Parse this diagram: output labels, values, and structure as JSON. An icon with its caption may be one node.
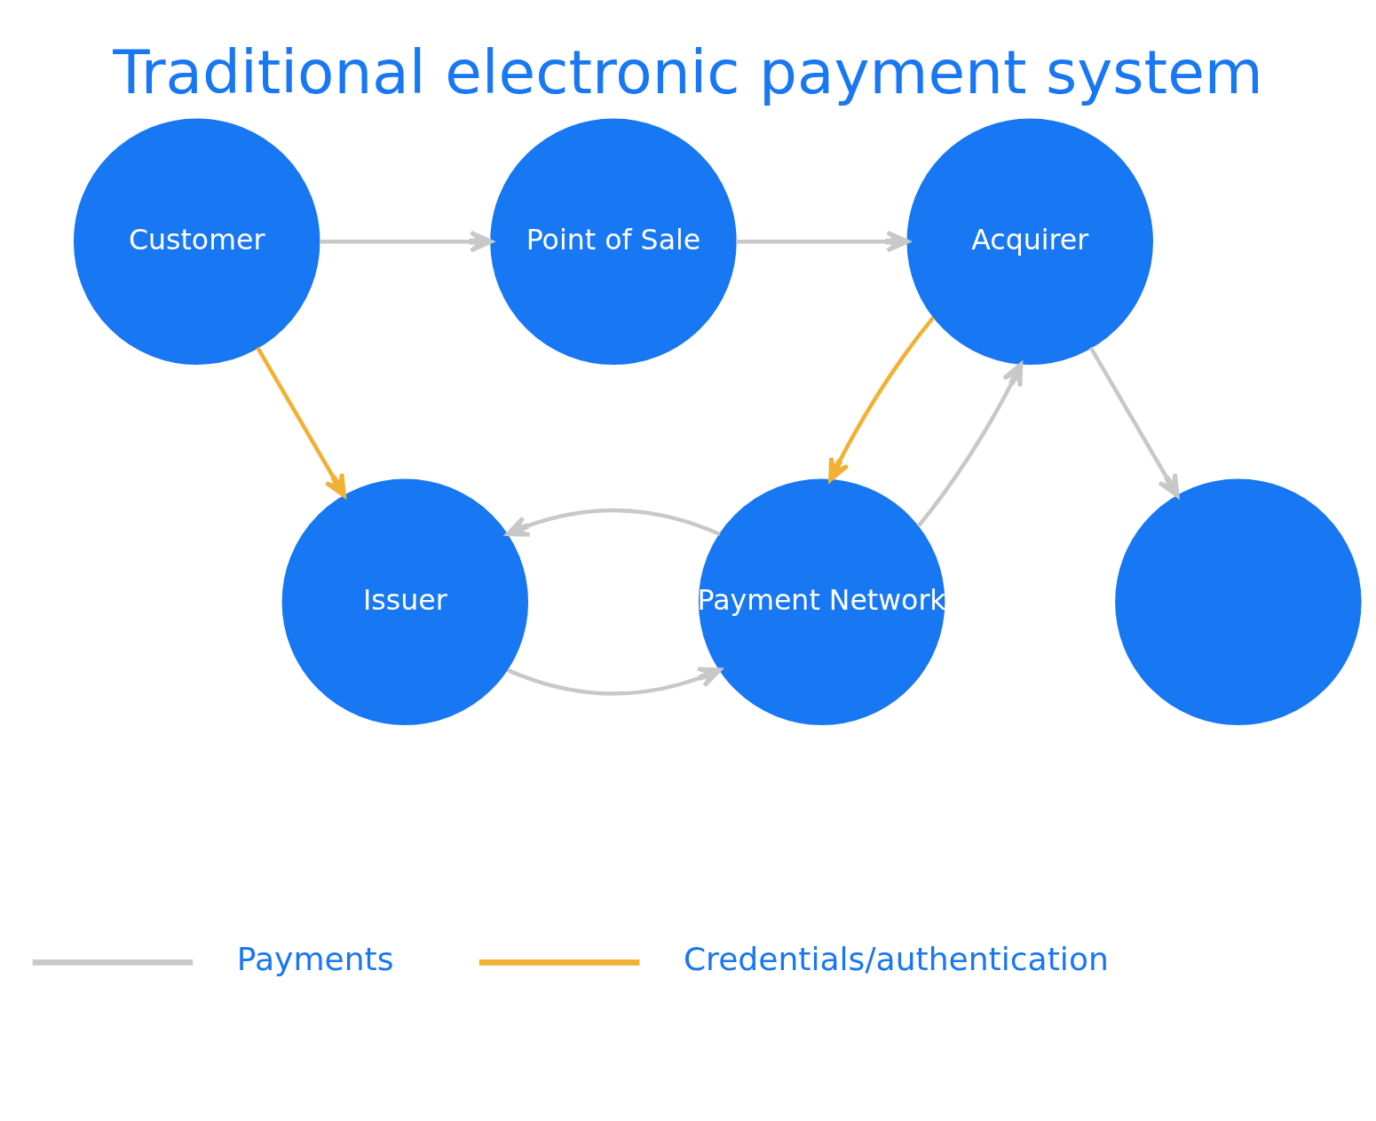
{
  "diagram": {
    "title": "Traditional electronic payment system",
    "nodes": [
      {
        "text": [
          "Customer"
        ]
      },
      {
        "text": [
          "Point of Sale"
        ]
      },
      {
        "text": [
          "Acquirer"
        ]
      },
      {
        "text": [],
        "shape": "circle"
      },
      {
        "text": [
          "Issuer"
        ]
      },
      {
        "text": [
          "Payment Network"
        ]
      }
    ],
    "edges": [
      {
        "from": 0,
        "to": 1,
        "arrow": "to"
      },
      {
        "from": 1,
        "to": 2,
        "arrow": "to"
      },
      {
        "from": 2,
        "to": 3,
        "arrow": "to"
      },
      {
        "from": 0,
        "to": 4,
        "arrow": "to",
        "color": "#f0b134"
      },
      {
        "from": 2,
        "to": 5,
        "arrow": "to",
        "color": "#f0b134"
      },
      {
        "from": 5,
        "to": 2,
        "arrow": "to"
      },
      {
        "from": 4,
        "to": 5,
        "arrow": "to"
      },
      {
        "from": 5,
        "to": 4,
        "arrow": "to"
      }
    ],
    "legend": [
      {
        "text": "Payments"
      },
      {
        "text": "Credentials/authentication"
      }
    ]
  }
}
